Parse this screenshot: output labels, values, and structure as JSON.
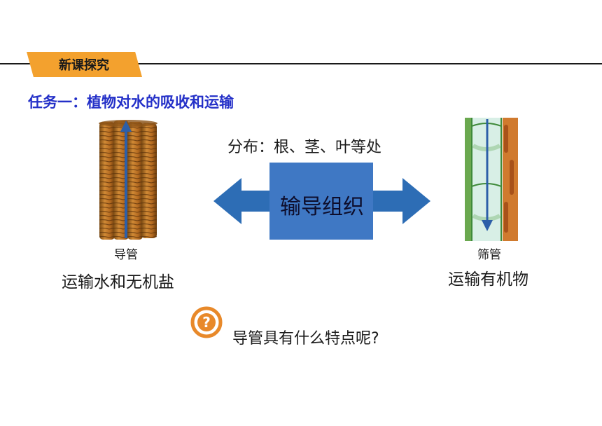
{
  "header": {
    "tab_label": "新课探究"
  },
  "task_title": "任务一：植物对水的吸收和运输",
  "distribution": "分布：根、茎、叶等处",
  "center_label": "输导组织",
  "left": {
    "small_label": "导管",
    "large_label": "运输水和无机盐"
  },
  "right": {
    "small_label": "筛管",
    "large_label": "运输有机物"
  },
  "question": "导管具有什么特点呢?",
  "colors": {
    "tab": "#f3a12e",
    "title": "#2430c8",
    "arrow": "#2d6db5",
    "box": "#3f78c4",
    "icon": "#e8892a"
  }
}
